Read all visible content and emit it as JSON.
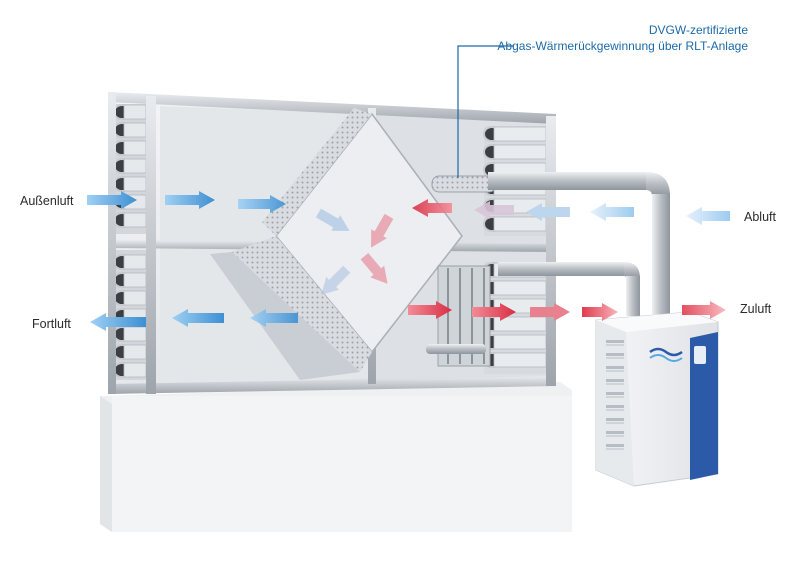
{
  "callout": {
    "line1": "DVGW-zertifizierte",
    "line2": "Abgas-Wärmerückgewinnung über RLT-Anlage",
    "color": "#1c6aa8"
  },
  "labels": {
    "outside_air": "Außenluft",
    "exhaust_air_out": "Fortluft",
    "return_air": "Abluft",
    "supply_air": "Zuluft"
  },
  "colors": {
    "cold_arrow": "#5aa6df",
    "warm_arrow": "#e03c4e",
    "frame": "#b9bec4",
    "panel": "#e6e9ec",
    "plinth": "#f1f2f4",
    "heater_accent": "#2a5aa8"
  }
}
